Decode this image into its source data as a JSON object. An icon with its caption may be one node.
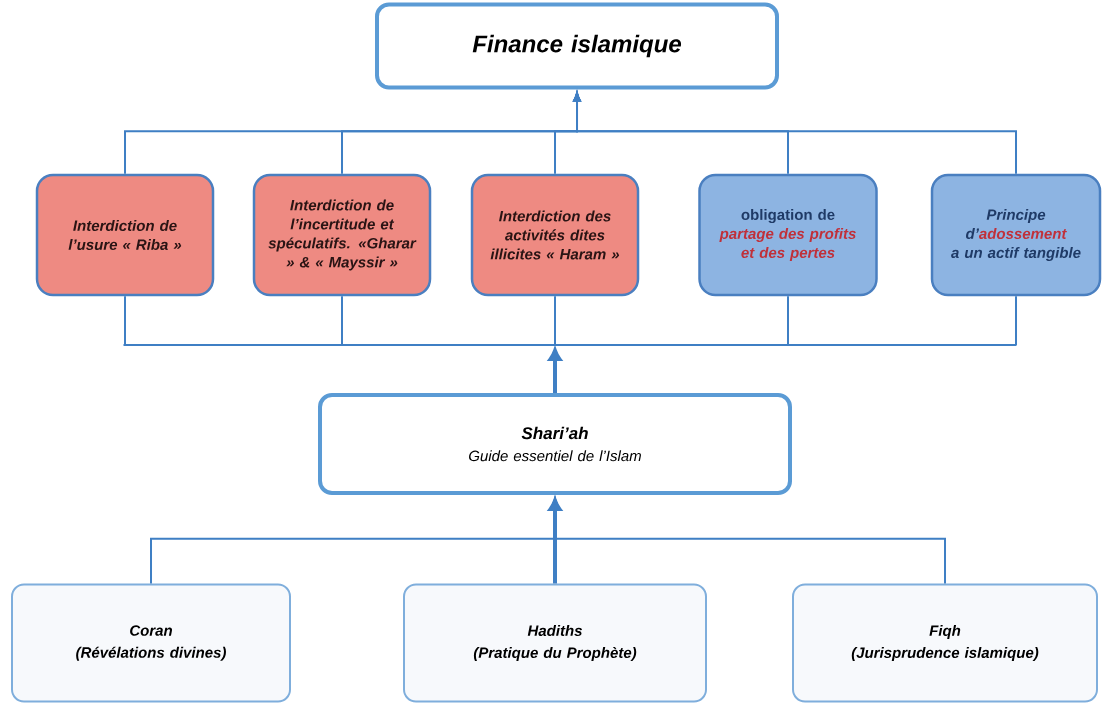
{
  "diagram": {
    "nodes": [
      {
        "text": [
          "Finance islamique"
        ]
      },
      {
        "text": [
          "Interdiction de l’usure « Riba »"
        ]
      },
      {
        "text": [
          "Interdiction de l’incertitude et spéculatifs. «Gharar » & « Mayssir »"
        ]
      },
      {
        "text": [
          "Interdiction des activités dites illicites « Haram »"
        ]
      },
      {
        "text": [
          "obligation de *partage des profits et des pertes*"
        ]
      },
      {
        "text": [
          "Principe d’*adossement* a un actif tangible"
        ]
      },
      {
        "text": [],
        "shape": "bar"
      },
      {
        "text": [
          "Shari’ah",
          "Guide essentiel de l’Islam"
        ]
      },
      {
        "text": [
          "Coran",
          "(Révélations divines)"
        ]
      },
      {
        "text": [
          "Hadiths",
          "(Pratique du Prophète)"
        ]
      },
      {
        "text": [
          "Fiqh",
          "(Jurisprudence islamique)"
        ]
      }
    ],
    "edges": [
      {
        "from": 1,
        "to": 0,
        "arrow": "to"
      },
      {
        "from": 2,
        "to": 0,
        "arrow": "to"
      },
      {
        "from": 3,
        "to": 0,
        "arrow": "to"
      },
      {
        "from": 4,
        "to": 0,
        "arrow": "to"
      },
      {
        "from": 5,
        "to": 0,
        "arrow": "to"
      },
      {
        "from": 1,
        "to": 6,
        "arrow": "none"
      },
      {
        "from": 2,
        "to": 6,
        "arrow": "none"
      },
      {
        "from": 3,
        "to": 6,
        "arrow": "none"
      },
      {
        "from": 4,
        "to": 6,
        "arrow": "none"
      },
      {
        "from": 5,
        "to": 6,
        "arrow": "none"
      },
      {
        "from": 7,
        "to": 6,
        "arrow": "to",
        "style": "thick"
      },
      {
        "from": 8,
        "to": 7,
        "arrow": "to"
      },
      {
        "from": 9,
        "to": 7,
        "arrow": "to",
        "style": "thick"
      },
      {
        "from": 10,
        "to": 7,
        "arrow": "to"
      }
    ]
  }
}
